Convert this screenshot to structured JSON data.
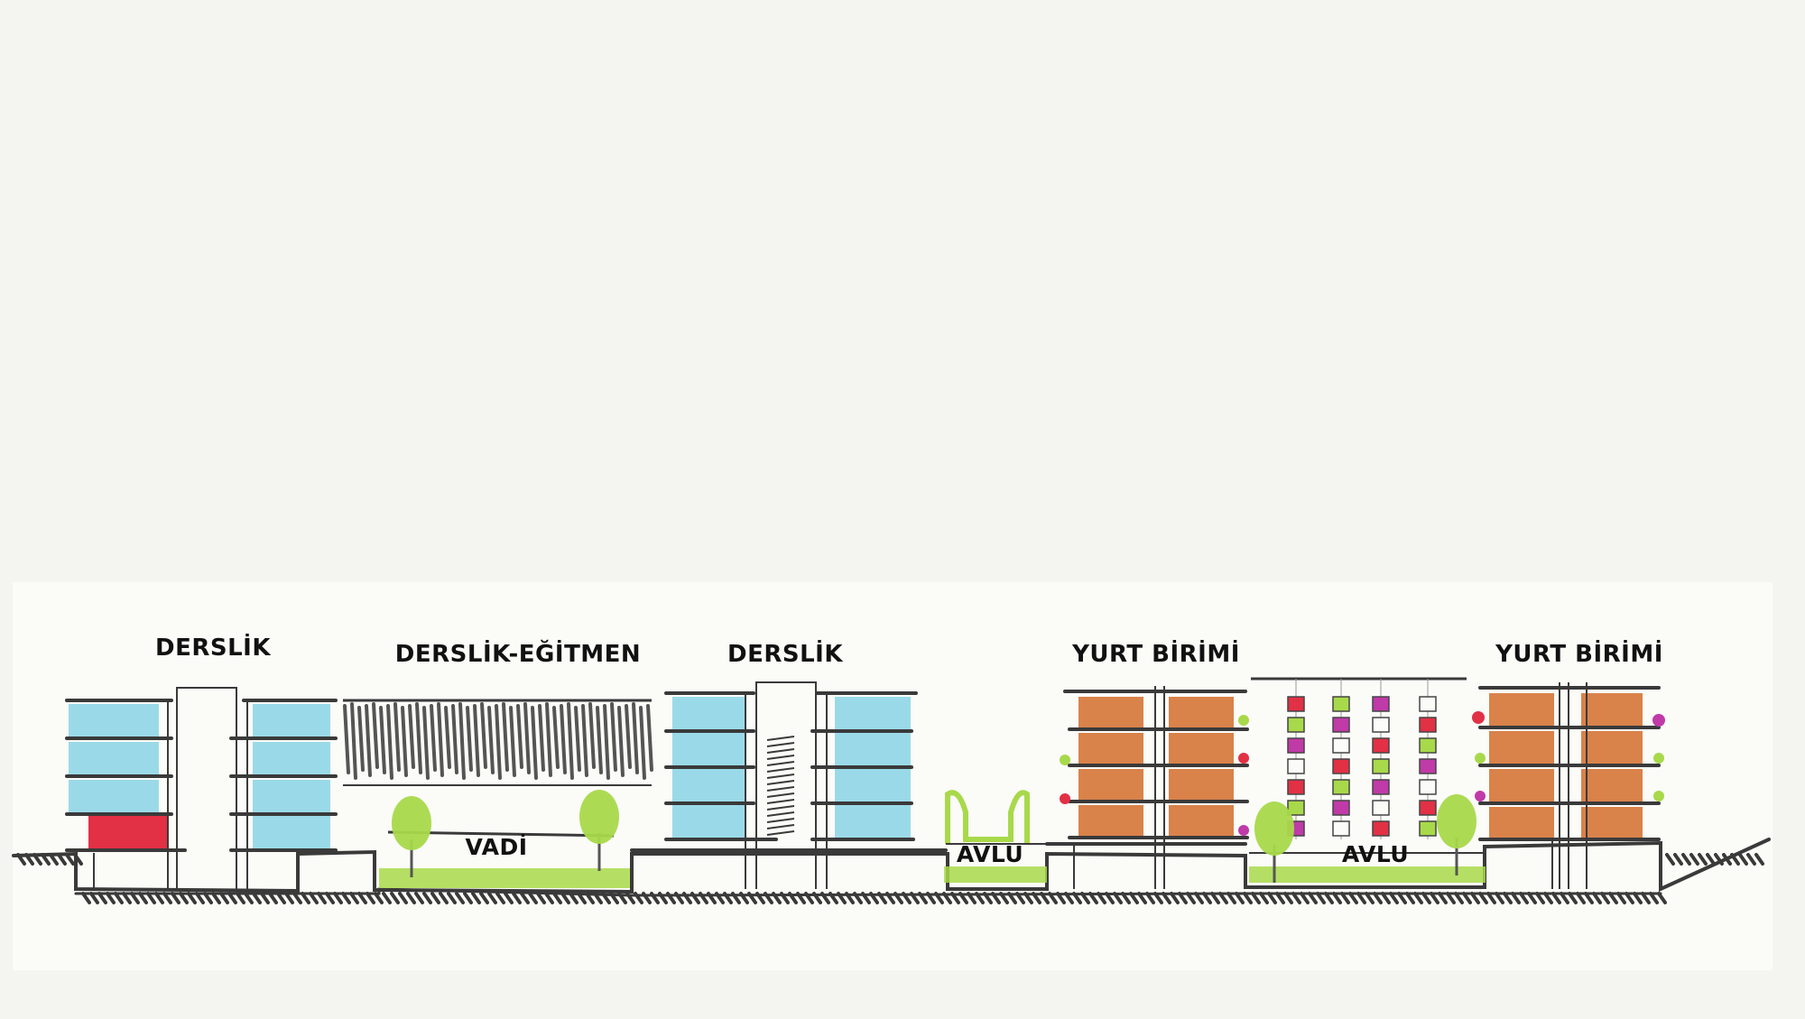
{
  "colors": {
    "background": "#f4f4f1",
    "paper": "#fbfbf8",
    "ink": "#333333",
    "classroom_fill": "#8fd6e6",
    "dorm_fill": "#d9824a",
    "landscape_green": "#a8d94a",
    "accent_red": "#e23045",
    "accent_magenta": "#c03aa8",
    "hatch_grey": "#555555"
  },
  "labels": {
    "derslik_1": "DERSLİK",
    "derslik_egitmen": "DERSLİK-EĞİTMEN",
    "derslik_2": "DERSLİK",
    "yurt_birimi_1": "YURT BİRİMİ",
    "yurt_birimi_2": "YURT BİRİMİ",
    "vadi": "VADİ",
    "avlu_1": "AVLU",
    "avlu_2": "AVLU"
  }
}
